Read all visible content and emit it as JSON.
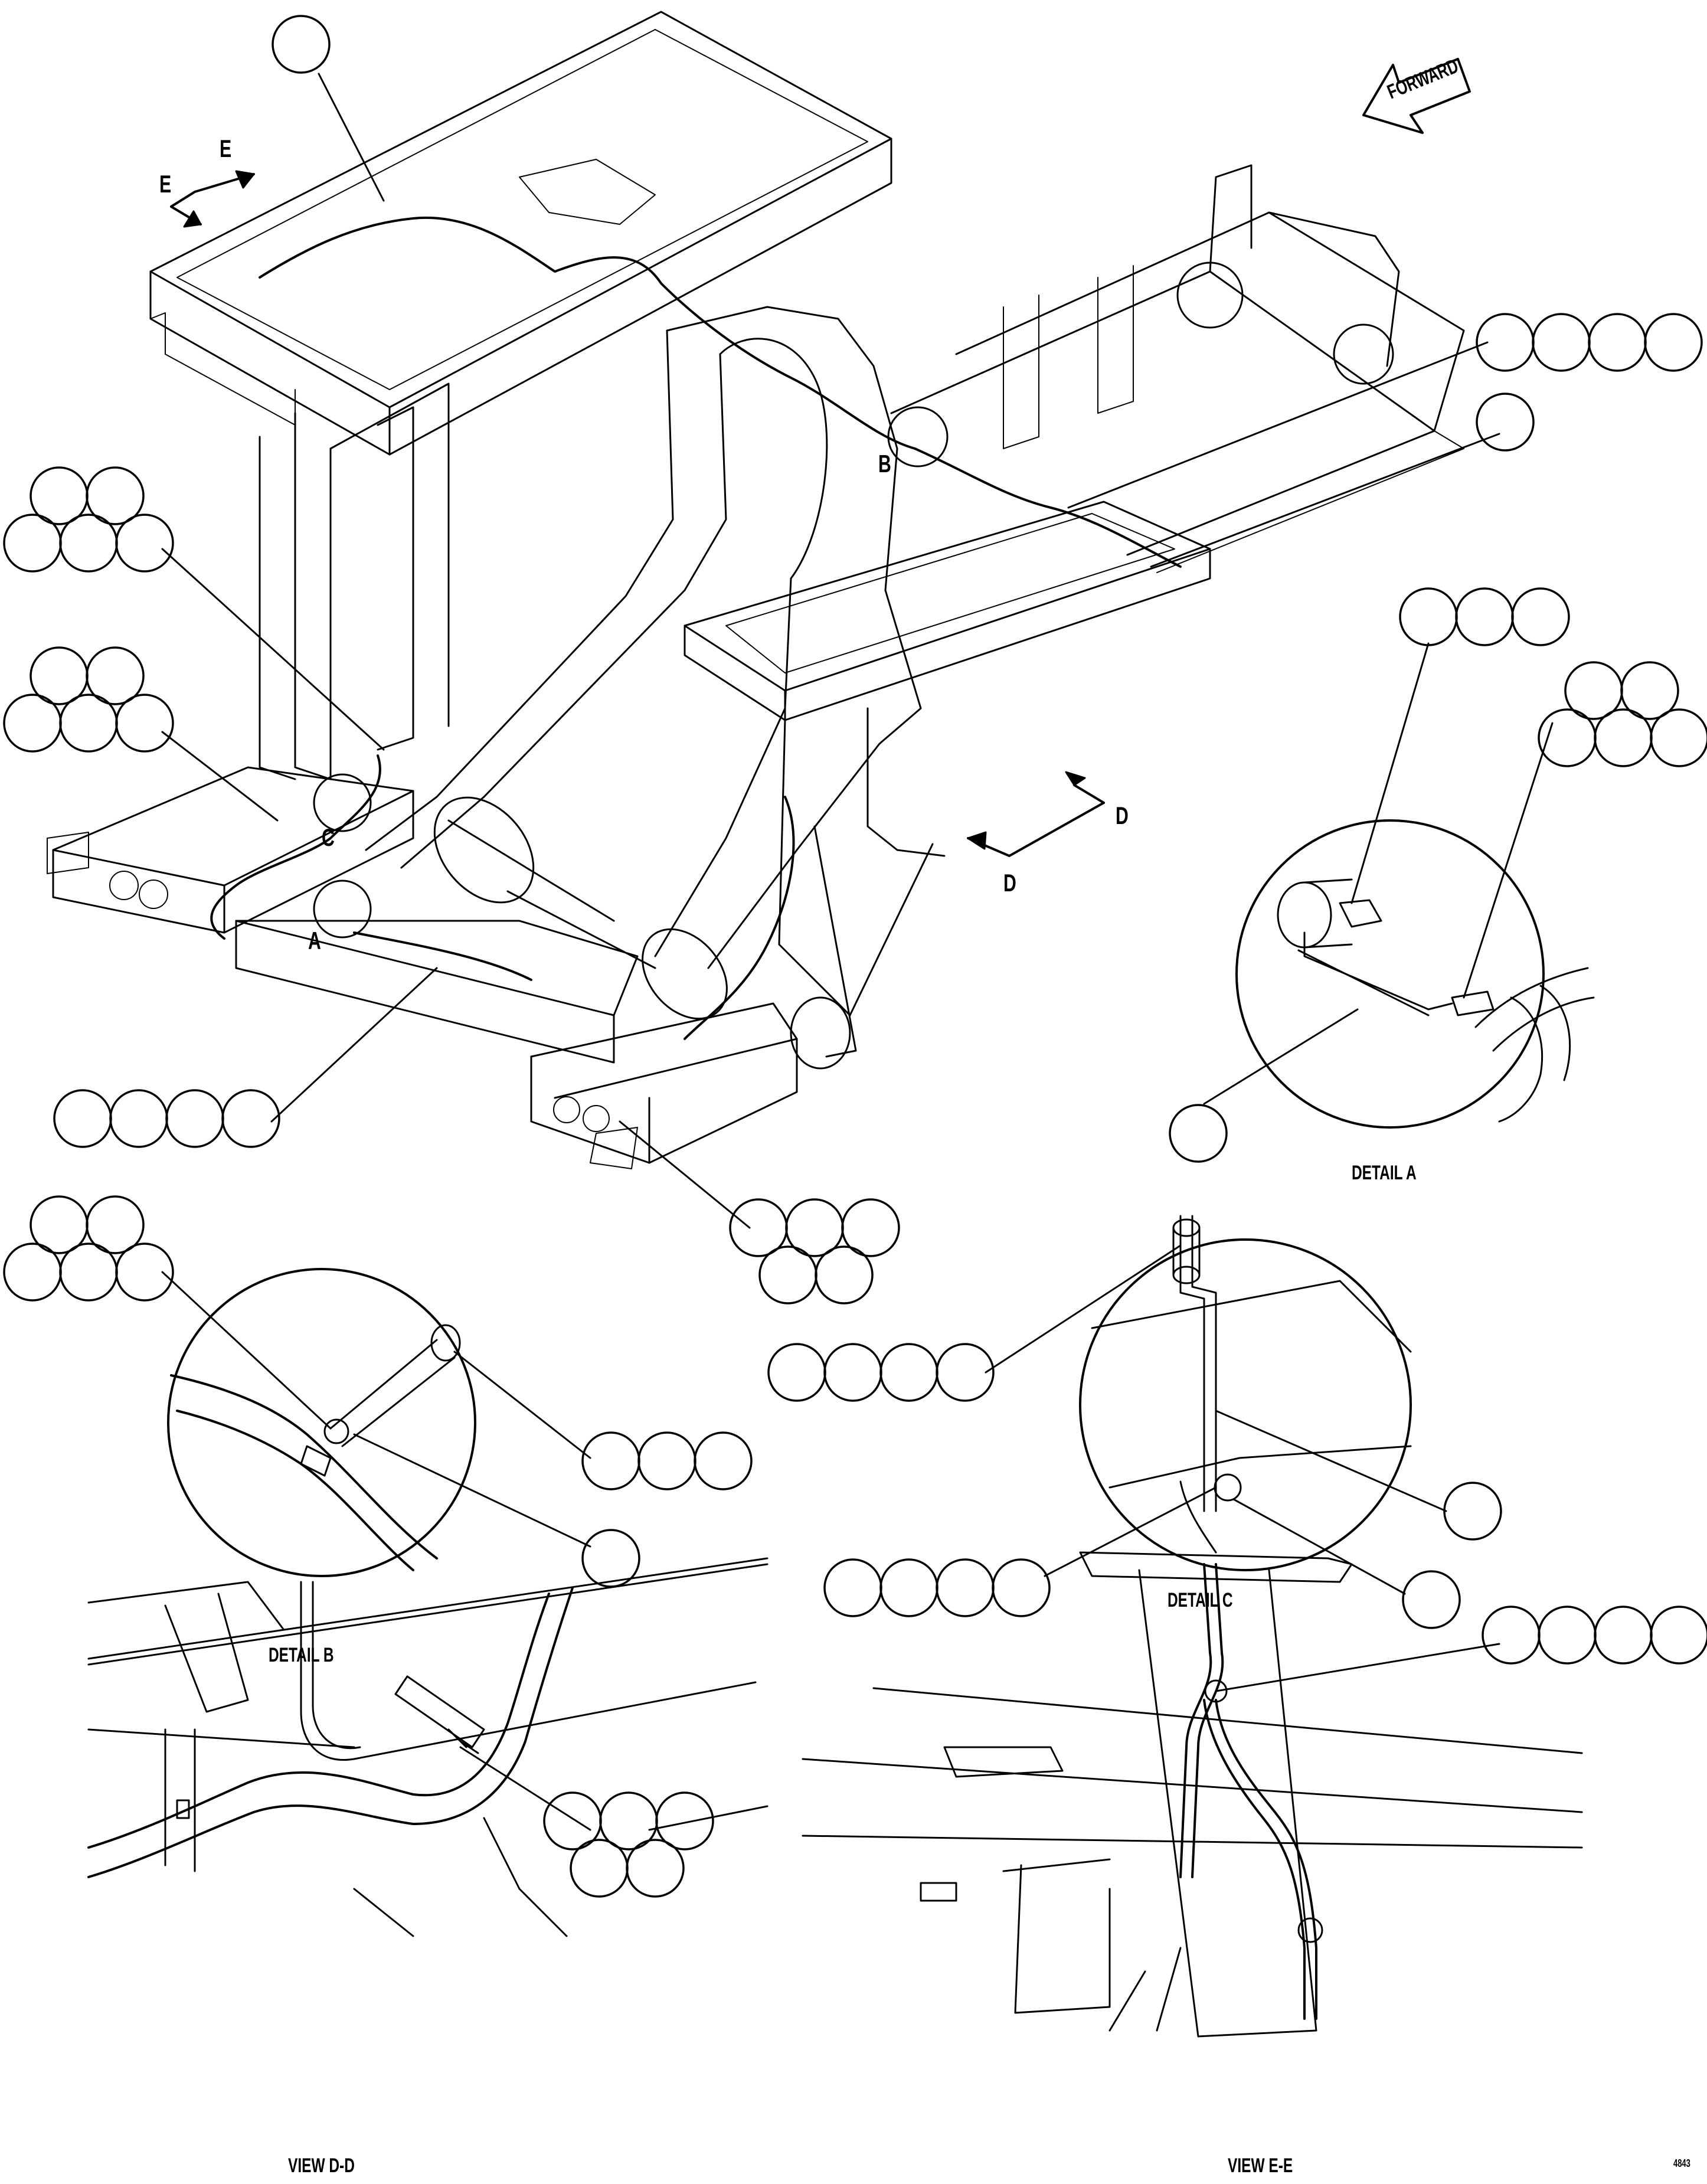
{
  "labels": {
    "forward": "FORWARD",
    "detail_a": "DETAIL A",
    "detail_b": "DETAIL B",
    "detail_c": "DETAIL C",
    "view_dd": "VIEW D-D",
    "view_ee": "VIEW E-E",
    "section_e": "E",
    "section_d": "D",
    "callout_a": "A",
    "callout_b": "B",
    "callout_c": "C",
    "sheet_code": "4843"
  },
  "colors": {
    "ink": "#000000",
    "paper": "#ffffff"
  },
  "balloon_groups": [
    {
      "name": "balloon-group-top",
      "count": 1
    },
    {
      "name": "balloon-group-right-upper",
      "count": 4
    },
    {
      "name": "balloon-group-right-single",
      "count": 1
    },
    {
      "name": "balloon-group-left-upper",
      "count": 5
    },
    {
      "name": "balloon-group-left-middle",
      "count": 5
    },
    {
      "name": "balloon-group-bottom-left",
      "count": 4
    },
    {
      "name": "balloon-group-bottom-center",
      "count": 5
    },
    {
      "name": "balloon-group-detail-a-top",
      "count": 3
    },
    {
      "name": "balloon-group-detail-a-right",
      "count": 5
    },
    {
      "name": "balloon-group-detail-a-bottom",
      "count": 1
    },
    {
      "name": "balloon-group-detail-b-left",
      "count": 5
    },
    {
      "name": "balloon-group-detail-b-right",
      "count": 3
    },
    {
      "name": "balloon-group-detail-b-bottom",
      "count": 1
    },
    {
      "name": "balloon-group-detail-c-top",
      "count": 4
    },
    {
      "name": "balloon-group-detail-c-right",
      "count": 1
    },
    {
      "name": "balloon-group-detail-c-bottom-left",
      "count": 4
    },
    {
      "name": "balloon-group-detail-c-bottom-right",
      "count": 1
    },
    {
      "name": "balloon-group-view-dd",
      "count": 5
    },
    {
      "name": "balloon-group-view-ee",
      "count": 4
    }
  ]
}
